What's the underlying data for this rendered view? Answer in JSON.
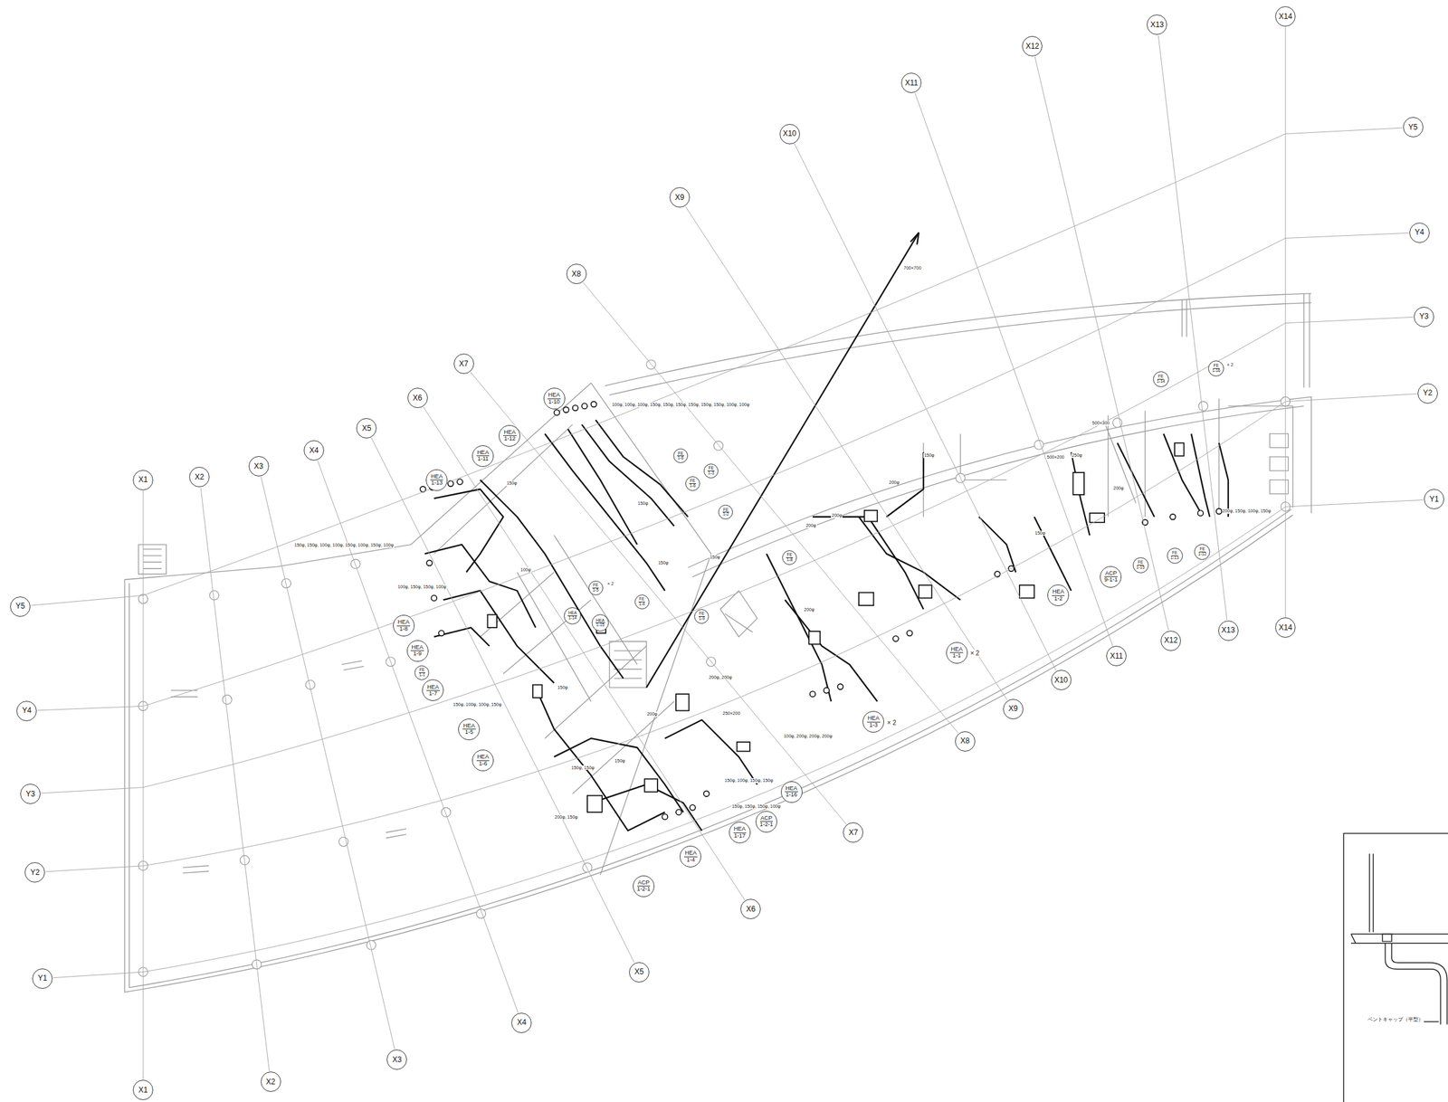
{
  "diagram": {
    "nodes": [
      {
        "text": [
          "X1"
        ]
      },
      {
        "text": [
          "X2"
        ]
      },
      {
        "text": [
          "X3"
        ]
      },
      {
        "text": [
          "X4"
        ]
      },
      {
        "text": [
          "X5"
        ]
      },
      {
        "text": [
          "X6"
        ]
      },
      {
        "text": [
          "X7"
        ]
      },
      {
        "text": [
          "X8"
        ]
      },
      {
        "text": [
          "X9"
        ]
      },
      {
        "text": [
          "X10"
        ]
      },
      {
        "text": [
          "X11"
        ]
      },
      {
        "text": [
          "X12"
        ]
      },
      {
        "text": [
          "X13"
        ]
      },
      {
        "text": [
          "X14"
        ]
      },
      {
        "text": [
          "Y5"
        ]
      },
      {
        "text": [
          "Y4"
        ]
      },
      {
        "text": [
          "Y3"
        ]
      },
      {
        "text": [
          "Y2"
        ]
      },
      {
        "text": [
          "Y1"
        ]
      },
      {
        "text": [
          "Y5"
        ]
      },
      {
        "text": [
          "Y4"
        ]
      },
      {
        "text": [
          "Y3"
        ]
      },
      {
        "text": [
          "Y2"
        ]
      },
      {
        "text": [
          "Y1"
        ]
      },
      {
        "text": [
          "X1"
        ]
      },
      {
        "text": [
          "X2"
        ]
      },
      {
        "text": [
          "X3"
        ]
      },
      {
        "text": [
          "X4"
        ]
      },
      {
        "text": [
          "X5"
        ]
      },
      {
        "text": [
          "X6"
        ]
      },
      {
        "text": [
          "X7"
        ]
      },
      {
        "text": [
          "X8"
        ]
      },
      {
        "text": [
          "X9"
        ]
      },
      {
        "text": [
          "X10"
        ]
      },
      {
        "text": [
          "X11"
        ]
      },
      {
        "text": [
          "X12"
        ]
      },
      {
        "text": [
          "X13"
        ]
      },
      {
        "text": [
          "X14"
        ]
      },
      {
        "text": [
          "HEA",
          "1-10"
        ]
      },
      {
        "text": [
          "HEA",
          "1-12"
        ]
      },
      {
        "text": [
          "HEA",
          "1-11"
        ]
      },
      {
        "text": [
          "HEA",
          "1-13"
        ]
      },
      {
        "text": [
          "HEA",
          "1-8"
        ]
      },
      {
        "text": [
          "HEA",
          "1-9"
        ]
      },
      {
        "text": [
          "HEA",
          "1-7"
        ]
      },
      {
        "text": [
          "HEA",
          "1-5"
        ]
      },
      {
        "text": [
          "HEA",
          "1-6"
        ]
      },
      {
        "text": [
          "HEA",
          "1-3"
        ]
      },
      {
        "text": [
          "HEA",
          "1-1"
        ]
      },
      {
        "text": [
          "HEA",
          "1-2"
        ]
      },
      {
        "text": [
          "ACP",
          "9-1-1"
        ]
      },
      {
        "text": [
          "HEA",
          "1-16"
        ]
      },
      {
        "text": [
          "ACP",
          "1-2-1"
        ]
      },
      {
        "text": [
          "HEA",
          "1-17"
        ]
      },
      {
        "text": [
          "HEA",
          "1-4"
        ]
      },
      {
        "text": [
          "ACP",
          "1-2-1"
        ]
      },
      {
        "text": [
          "FE",
          "1-6"
        ]
      },
      {
        "text": [
          "FE",
          "1-3"
        ]
      },
      {
        "text": [
          "FE",
          "1-6"
        ]
      },
      {
        "text": [
          "FE",
          "1-2"
        ]
      },
      {
        "text": [
          "FE",
          "1-8"
        ]
      },
      {
        "text": [
          "FE",
          "1-5"
        ]
      },
      {
        "text": [
          "HEA",
          "1-14"
        ]
      },
      {
        "text": [
          "HEA",
          "1-15"
        ]
      },
      {
        "text": [
          "FE",
          "1-4"
        ]
      },
      {
        "text": [
          "FE",
          "1-9"
        ]
      },
      {
        "text": [
          "FE",
          "1-1"
        ]
      },
      {
        "text": [
          "FE",
          "1-14"
        ]
      },
      {
        "text": [
          "FE",
          "1-16"
        ]
      },
      {
        "text": [
          "FE",
          "1-15"
        ]
      },
      {
        "text": [
          "FE",
          "1-13"
        ]
      },
      {
        "text": [
          "FE",
          "1-12"
        ]
      }
    ],
    "edges": [
      {
        "from": 0,
        "to": 24,
        "arrow": "none"
      },
      {
        "from": 1,
        "to": 25,
        "arrow": "none"
      },
      {
        "from": 2,
        "to": 26,
        "arrow": "none"
      },
      {
        "from": 3,
        "to": 27,
        "arrow": "none"
      },
      {
        "from": 4,
        "to": 28,
        "arrow": "none"
      },
      {
        "from": 5,
        "to": 29,
        "arrow": "none"
      },
      {
        "from": 6,
        "to": 30,
        "arrow": "none"
      },
      {
        "from": 7,
        "to": 31,
        "arrow": "none"
      },
      {
        "from": 8,
        "to": 32,
        "arrow": "none"
      },
      {
        "from": 9,
        "to": 33,
        "arrow": "none"
      },
      {
        "from": 10,
        "to": 34,
        "arrow": "none"
      },
      {
        "from": 11,
        "to": 35,
        "arrow": "none"
      },
      {
        "from": 12,
        "to": 36,
        "arrow": "none"
      },
      {
        "from": 13,
        "to": 37,
        "arrow": "none"
      },
      {
        "from": 19,
        "to": 14,
        "arrow": "none"
      },
      {
        "from": 20,
        "to": 15,
        "arrow": "none"
      },
      {
        "from": 21,
        "to": 16,
        "arrow": "none"
      },
      {
        "from": 22,
        "to": 17,
        "arrow": "none"
      },
      {
        "from": 23,
        "to": 18,
        "arrow": "none"
      }
    ],
    "labels": [
      "700×700",
      "100φ, 100φ, 100φ, 150φ, 150φ, 150φ, 150φ, 150φ, 150φ, 100φ, 100φ",
      "150φ, 150φ, 100φ, 100φ, 150φ, 100φ, 150φ, 100φ",
      "100φ, 150φ, 150φ, 100φ",
      "150φ, 100φ, 100φ, 150φ",
      "100φ, 200φ, 200φ, 200φ",
      "150φ, 100φ, 150φ, 150φ",
      "150φ, 150φ, 150φ, 100φ",
      "200φ, 150φ, 100φ, 150φ",
      "500×300",
      "500×200",
      "250×200",
      "200φ, 200φ",
      "200φ, 150φ",
      "150φ, 150φ",
      "200φ",
      "200φ",
      "150φ",
      "250φ",
      "200φ",
      "150φ",
      "200φ",
      "200φ",
      "150φ",
      "150φ",
      "150φ",
      "200φ",
      "150φ",
      "150φ",
      "100φ",
      "150φ",
      "× 2",
      "× 2",
      "× 2",
      "× 2",
      "ベントキャップ（平型）"
    ]
  }
}
